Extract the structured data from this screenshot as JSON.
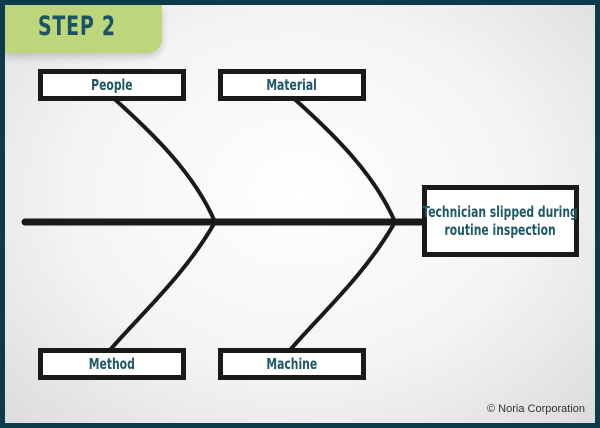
{
  "step_label": "STEP 2",
  "categories": {
    "top_left": "People",
    "top_right": "Material",
    "bottom_left": "Method",
    "bottom_right": "Machine"
  },
  "effect": {
    "line1": "Technician slipped during",
    "line2": "routine inspection"
  },
  "copyright": "© Noria Corporation",
  "colors": {
    "frame": "#0e3b4b",
    "tab": "#bdd67b",
    "text": "#1f5766"
  }
}
